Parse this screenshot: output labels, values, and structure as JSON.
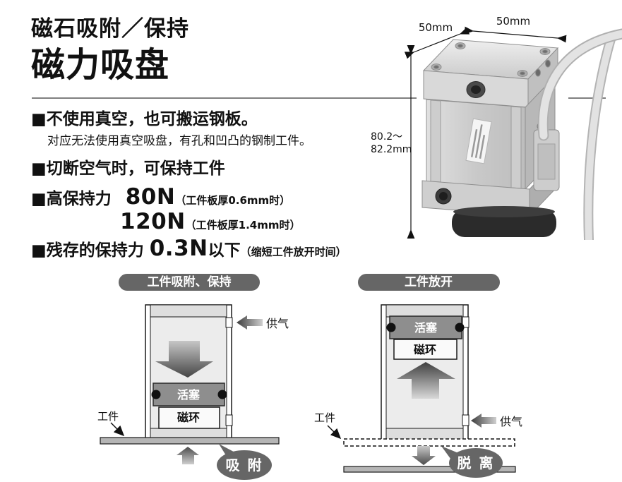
{
  "header": {
    "subtitle": "磁石吸附／保持",
    "title": "磁力吸盘"
  },
  "features": {
    "f1_title": "■不使用真空，也可搬运钢板。",
    "f1_desc": "对应无法使用真空吸盘，有孔和凹凸的钢制工件。",
    "f2_title": "■切断空气时，可保持工件",
    "f3_title": "■高保持力",
    "f3_value1": "80N",
    "f3_note1": "（工件板厚0.6mm时）",
    "f3_value2": "120N",
    "f3_note2": "（工件板厚1.4mm时）",
    "f4_title": "■残存的保持力",
    "f4_value": "0.3N",
    "f4_suffix": "以下",
    "f4_note": "（缩短工件放开时间）"
  },
  "product": {
    "dim_top_left": "50mm",
    "dim_top_right": "50mm",
    "dim_height_line1": "80.2～",
    "dim_height_line2": "82.2mm"
  },
  "diagram_left": {
    "header": "工件吸附、保持",
    "piston": "活塞",
    "magnet": "磁环",
    "supply": "供气",
    "workpiece": "工件",
    "badge": "吸 附"
  },
  "diagram_right": {
    "header": "工件放开",
    "piston": "活塞",
    "magnet": "磁环",
    "supply": "供气",
    "workpiece": "工件",
    "badge": "脱 离"
  },
  "colors": {
    "accent_gray": "#666666",
    "piston_gray": "#8e8e8e",
    "chamber_gray": "#ececec",
    "band_gray": "#dedede",
    "plate_gray": "#b5b5b5",
    "rule_gray": "#7f7f7f"
  }
}
